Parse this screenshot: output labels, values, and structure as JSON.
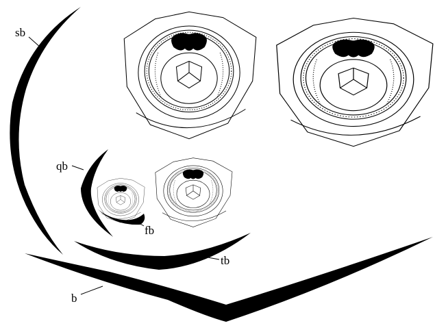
{
  "labels": {
    "sb": "sb",
    "qb": "qb",
    "fb": "fb",
    "tb": "tb",
    "b": "b"
  },
  "colors": {
    "ink": "#000000",
    "background": "#ffffff"
  }
}
